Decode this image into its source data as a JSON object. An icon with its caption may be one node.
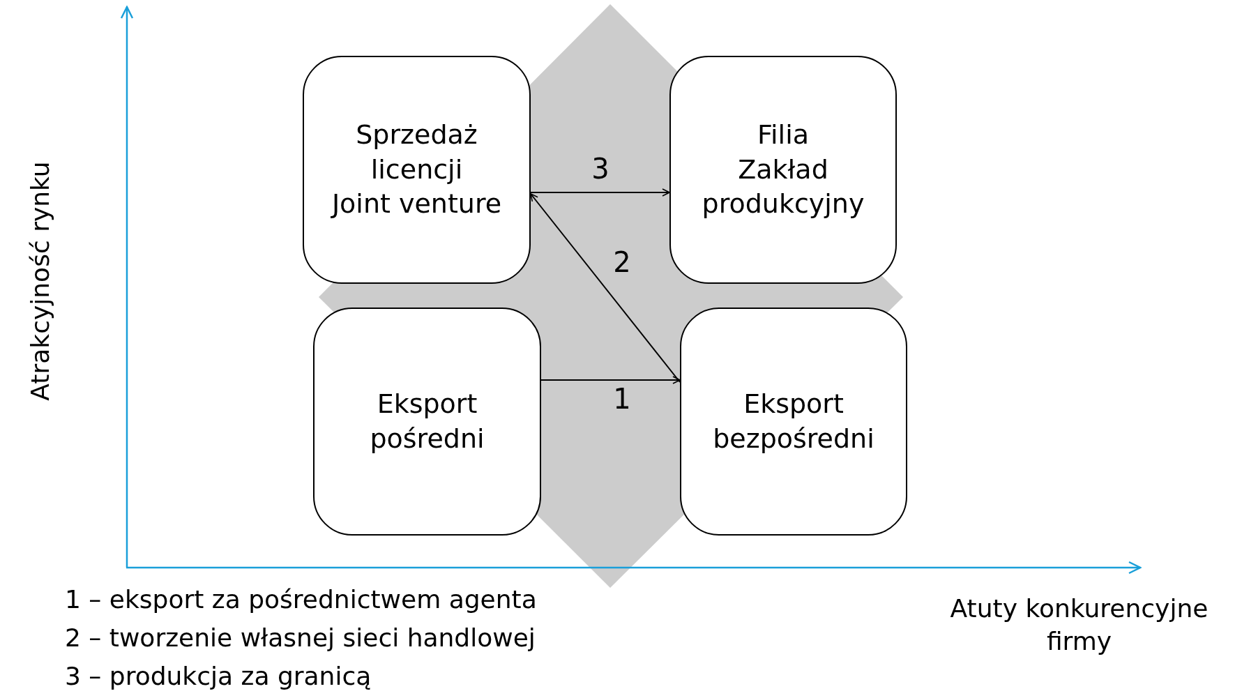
{
  "diagram": {
    "nodes": [
      {
        "text": [
          "Sprzedaż licencji",
          "Joint venture"
        ]
      },
      {
        "text": [
          "Filia",
          "Zakład produkcyjny"
        ]
      },
      {
        "text": [
          "Eksport pośredni"
        ]
      },
      {
        "text": [
          "Eksport bezpośredni"
        ]
      }
    ],
    "edges": [
      {
        "from": 2,
        "to": 3,
        "arrow": "to",
        "label": "1"
      },
      {
        "from": 3,
        "to": 0,
        "arrow": "to",
        "label": "2"
      },
      {
        "from": 0,
        "to": 1,
        "arrow": "to",
        "label": "3"
      }
    ],
    "labels": [
      "Atrakcyjność rynku",
      "Atuty konkurencyjne firmy",
      "1 – eksport za pośrednictwem agenta",
      "2 – tworzenie własnej sieci handlowej",
      "3 – produkcja za granicą"
    ]
  }
}
